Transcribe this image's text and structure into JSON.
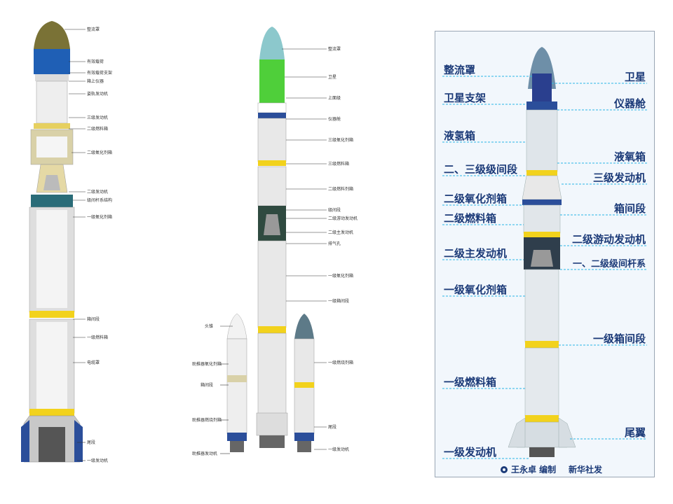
{
  "left_labels": [
    "整流罩",
    "有效载荷",
    "有效载荷支架",
    "箱上仪器",
    "姿轨发动机",
    "三级发动机",
    "二级燃料箱",
    "二级氧化剂箱",
    "二级发动机",
    "级间杆系结构",
    "一级氧化剂箱",
    "箱间段",
    "一级燃料箱",
    "电缆罩",
    "尾段",
    "一级发动机"
  ],
  "middle_labels": [
    "整流罩",
    "卫星",
    "上面级",
    "仪器舱",
    "三级氧化剂箱",
    "三级燃料箱",
    "二级燃料剂箱",
    "级间段",
    "二级游动发动机",
    "二级主发动机",
    "排气孔",
    "一级氧化剂箱",
    "一级箱间段",
    "一级燃烧剂箱",
    "尾段",
    "一级发动机"
  ],
  "middle_booster_labels": [
    "助推器氧化剂箱",
    "箱间段",
    "助推器燃烧剂箱",
    "助推器发动机",
    "头锥"
  ],
  "right_labels_left": [
    "整流罩",
    "卫星支架",
    "液氢箱",
    "二、三级级间段",
    "二级氧化剂箱",
    "二级燃料箱",
    "二级主发动机",
    "一级氧化剂箱",
    "一级燃料箱",
    "一级发动机"
  ],
  "right_labels_right": [
    "卫星",
    "仪器舱",
    "液氧箱",
    "三级发动机",
    "箱间段",
    "二级游动发动机",
    "一、二级级间杆系",
    "一级箱间段",
    "尾翼"
  ],
  "credit": {
    "author": "王永卓 编制",
    "agency": "新华社发"
  },
  "colors": {
    "label_blue": "#1b3a78",
    "leader_cyan": "#29b6e6",
    "fairing_olive": "#7a7236",
    "fairing_cyan": "#8cc8cc",
    "satellite_green": "#4fcf3a",
    "ring_yellow": "#f2d21c",
    "band_blue": "#2b4e9a"
  }
}
